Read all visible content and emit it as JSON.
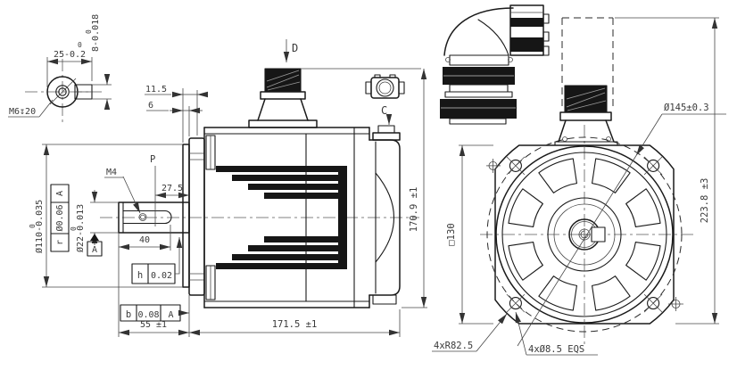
{
  "drawing": {
    "side_view": {
      "shaft_end_detail": {
        "dia_tol_sup": "0",
        "dia": "25-0.2",
        "key_tol_sup": "0",
        "key": "8-0.018",
        "thread_callout": "M6↧20"
      },
      "dims": {
        "flange_offset": "11.5",
        "pilot_depth": "6",
        "key_plane_offset": "27.5",
        "key_length": "40",
        "shaft_length": "55 ±1",
        "body_length": "171.5 ±1",
        "overall_height": "170.9 ±1"
      },
      "shaft_dia": {
        "sup": "0",
        "text": "Ø22-0.013"
      },
      "pilot_dia": {
        "sup": "0",
        "text": "Ø110-0.035"
      },
      "labels": {
        "connector_d": "D",
        "connector_c": "C",
        "plane_p": "P",
        "thread_m4": "M4"
      },
      "gdt": {
        "runout": {
          "symbol": "r",
          "tolerance": "Ø0.06",
          "datum": "A"
        },
        "frame_h": {
          "symbol": "h",
          "tolerance": "0.02"
        },
        "frame_b": {
          "symbol": "b",
          "tolerance": "0.08",
          "datum": "A"
        },
        "datum_label": "A"
      }
    },
    "front_view": {
      "dims": {
        "bolt_circle": "Ø145±0.3",
        "frame_square": "□130",
        "overall_height": "223.8 ±3"
      },
      "callouts": {
        "corner_radius": "4xR82.5",
        "mounting_holes": "4xØ8.5 EQS"
      }
    },
    "colors": {
      "line": "#1a1a1a",
      "background": "#ffffff"
    }
  }
}
